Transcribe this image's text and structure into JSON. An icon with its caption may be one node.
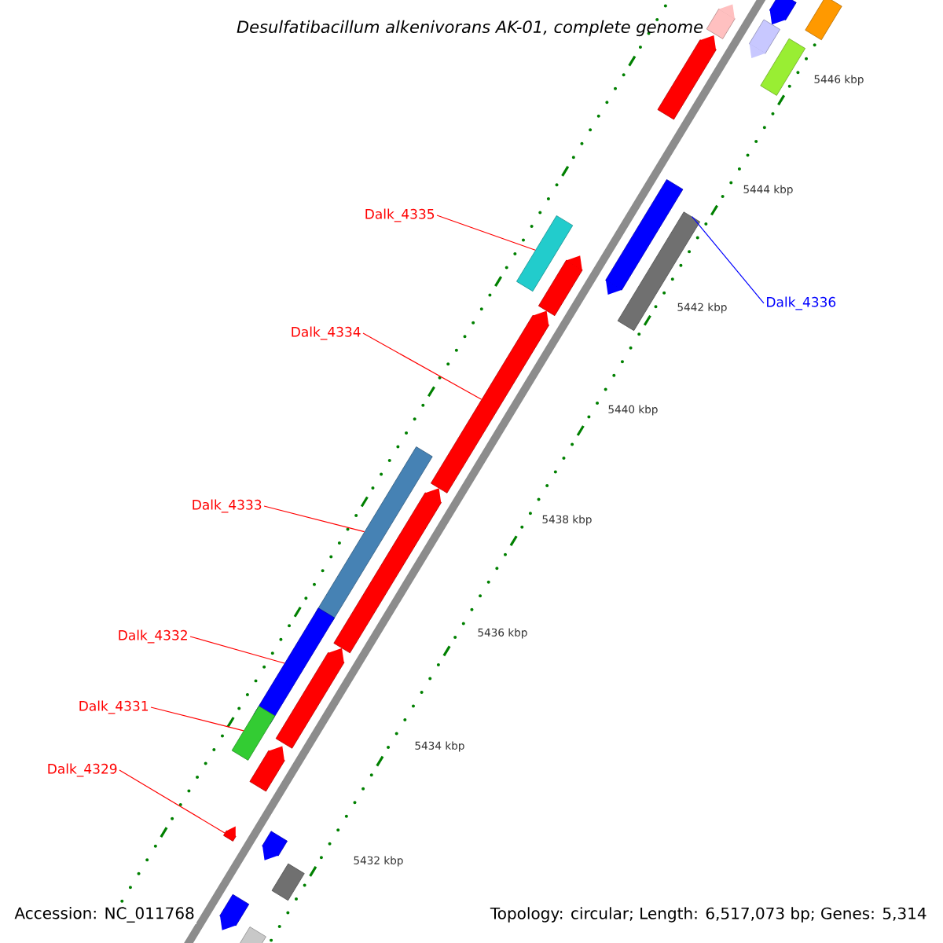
{
  "diagram": {
    "title": "Desulfatibacillum alkenivorans AK-01, complete genome",
    "nodes": [
      {
        "text": [
          "Dalk_4335"
        ]
      },
      {
        "text": [],
        "shape": "bar"
      },
      {
        "text": [
          "Dalk_4336"
        ]
      },
      {
        "text": [],
        "shape": "bar"
      },
      {
        "text": [
          "Dalk_4334"
        ]
      },
      {
        "text": [],
        "shape": "bar"
      },
      {
        "text": [
          "Dalk_4333"
        ]
      },
      {
        "text": [],
        "shape": "bar"
      },
      {
        "text": [
          "Dalk_4332"
        ]
      },
      {
        "text": [],
        "shape": "bar"
      },
      {
        "text": [
          "Dalk_4331"
        ]
      },
      {
        "text": [],
        "shape": "bar"
      },
      {
        "text": [
          "Dalk_4329"
        ]
      },
      {
        "text": [],
        "shape": "bar"
      },
      {
        "text": [],
        "shape": "bar"
      },
      {
        "text": [],
        "shape": "bar"
      },
      {
        "text": [],
        "shape": "bar"
      },
      {
        "text": [],
        "shape": "bar"
      },
      {
        "text": [],
        "shape": "bar"
      },
      {
        "text": [],
        "shape": "bar"
      },
      {
        "text": [],
        "shape": "bar"
      },
      {
        "text": [],
        "shape": "bar"
      },
      {
        "text": [],
        "shape": "bar"
      },
      {
        "text": [],
        "shape": "bar"
      },
      {
        "text": [],
        "shape": "bar"
      },
      {
        "text": [],
        "shape": "bar"
      },
      {
        "text": [],
        "shape": "bar"
      },
      {
        "text": [],
        "shape": "bar"
      },
      {
        "text": [],
        "shape": "bar"
      }
    ],
    "edges": [
      {
        "from": 0,
        "to": 1,
        "arrow": "none"
      },
      {
        "from": 2,
        "to": 3,
        "arrow": "none",
        "color": "#0000ff"
      },
      {
        "from": 4,
        "to": 5,
        "arrow": "none"
      },
      {
        "from": 6,
        "to": 7,
        "arrow": "none"
      },
      {
        "from": 8,
        "to": 9,
        "arrow": "none"
      },
      {
        "from": 10,
        "to": 11,
        "arrow": "none"
      },
      {
        "from": 12,
        "to": 13,
        "arrow": "none"
      }
    ],
    "labels": [
      "5446 kbp",
      "5444 kbp",
      "5442 kbp",
      "5440 kbp",
      "5438 kbp",
      "5436 kbp",
      "5434 kbp",
      "5432 kbp",
      "Accession: NC_011768",
      "Topology: circular; Length: 6,517,073 bp; Genes: 5,314"
    ]
  }
}
